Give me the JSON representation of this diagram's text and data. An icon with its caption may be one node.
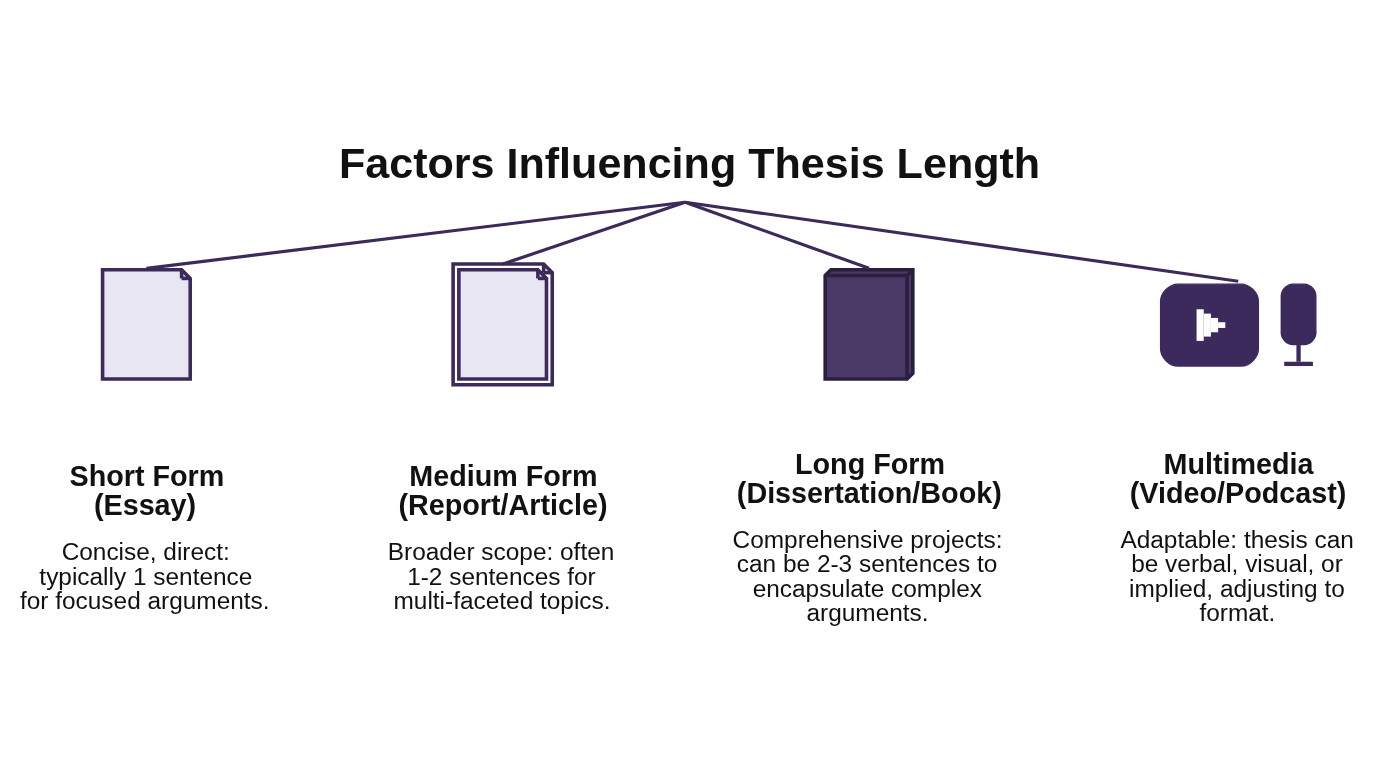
{
  "diagram": {
    "nodes": [
      {
        "text": [
          "Factors Influencing Thesis Length"
        ]
      },
      {
        "text": [],
        "shape": "picture",
        "beside": [
          "Short Form (Essay)",
          "Concise, direct: typically 1 sentence for focused arguments."
        ]
      },
      {
        "text": [],
        "shape": "picture",
        "beside": [
          "Medium Form (Report/Article)",
          "Broader scope: often 1-2 sentences for multi-faceted topics."
        ]
      },
      {
        "text": [],
        "shape": "picture",
        "beside": [
          "Long Form (Dissertation/Book)",
          "Comprehensive projects: can be 2-3 sentences to encapsulate complex arguments."
        ]
      },
      {
        "text": [],
        "shape": "picture",
        "beside": [
          "Multimedia (Video/Podcast)",
          "Adaptable: thesis can be verbal, visual, or implied, adjusting to format."
        ]
      }
    ],
    "edges": [
      {
        "from": 0,
        "to": 1,
        "arrow": "none"
      },
      {
        "from": 0,
        "to": 2,
        "arrow": "none"
      },
      {
        "from": 0,
        "to": 3,
        "arrow": "none"
      },
      {
        "from": 0,
        "to": 4,
        "arrow": "none"
      }
    ]
  }
}
